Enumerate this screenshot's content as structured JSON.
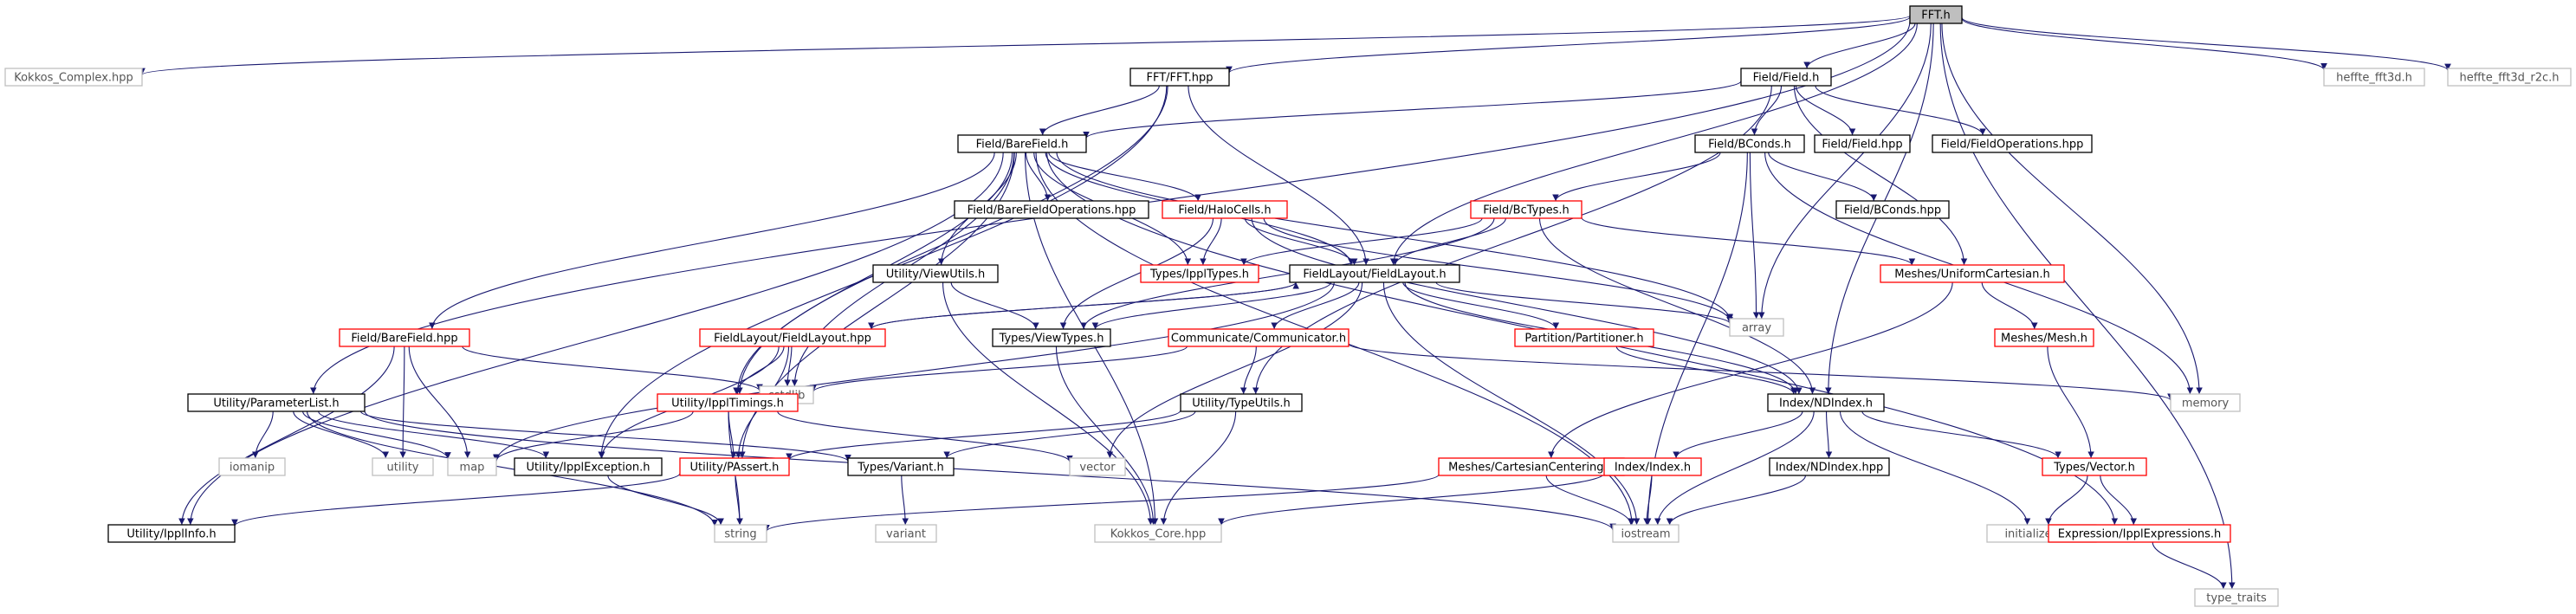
{
  "diagram": {
    "type": "include-dependency-graph",
    "root": "FFT.h",
    "colors": {
      "root_fill": "#bfbfbf",
      "documented_border": "#000000",
      "missing_border": "#ff0000",
      "external_border": "#bfbfbf",
      "external_text": "#555555",
      "edge": "#191970"
    },
    "nodes": [
      {
        "id": "fft_h",
        "label": "FFT.h",
        "kind": "root"
      },
      {
        "id": "kokkos_complex",
        "label": "Kokkos_Complex.hpp",
        "kind": "external"
      },
      {
        "id": "fft_fft_hpp",
        "label": "FFT/FFT.hpp",
        "kind": "documented"
      },
      {
        "id": "field_field_h",
        "label": "Field/Field.h",
        "kind": "documented"
      },
      {
        "id": "heffte_fft3d",
        "label": "heffte_fft3d.h",
        "kind": "external"
      },
      {
        "id": "heffte_fft3d_r2c",
        "label": "heffte_fft3d_r2c.h",
        "kind": "external"
      },
      {
        "id": "field_barefield_h",
        "label": "Field/BareField.h",
        "kind": "documented"
      },
      {
        "id": "field_bconds_h",
        "label": "Field/BConds.h",
        "kind": "documented"
      },
      {
        "id": "field_field_hpp",
        "label": "Field/Field.hpp",
        "kind": "documented"
      },
      {
        "id": "field_fieldops_hpp",
        "label": "Field/FieldOperations.hpp",
        "kind": "documented"
      },
      {
        "id": "field_bcondsh_hpp",
        "label": "Field/BConds.hpp",
        "kind": "documented"
      },
      {
        "id": "field_barefieldops_hpp",
        "label": "Field/BareFieldOperations.hpp",
        "kind": "documented"
      },
      {
        "id": "field_halocells_h",
        "label": "Field/HaloCells.h",
        "kind": "missing"
      },
      {
        "id": "field_bctypes_h",
        "label": "Field/BcTypes.h",
        "kind": "missing"
      },
      {
        "id": "utility_viewutils_h",
        "label": "Utility/ViewUtils.h",
        "kind": "documented"
      },
      {
        "id": "types_ippltypes_h",
        "label": "Types/IpplTypes.h",
        "kind": "missing"
      },
      {
        "id": "fieldlayout_h",
        "label": "FieldLayout/FieldLayout.h",
        "kind": "documented"
      },
      {
        "id": "meshes_uniformcartesian_h",
        "label": "Meshes/UniformCartesian.h",
        "kind": "missing"
      },
      {
        "id": "field_barefield_hpp",
        "label": "Field/BareField.hpp",
        "kind": "missing"
      },
      {
        "id": "fieldlayout_hpp",
        "label": "FieldLayout/FieldLayout.hpp",
        "kind": "missing"
      },
      {
        "id": "types_viewtypes_h",
        "label": "Types/ViewTypes.h",
        "kind": "documented"
      },
      {
        "id": "communicate_h",
        "label": "Communicate/Communicator.h",
        "kind": "missing"
      },
      {
        "id": "partitioner_h",
        "label": "Partition/Partitioner.h",
        "kind": "missing"
      },
      {
        "id": "array",
        "label": "array",
        "kind": "external"
      },
      {
        "id": "meshes_mesh_h",
        "label": "Meshes/Mesh.h",
        "kind": "missing"
      },
      {
        "id": "cstdlib",
        "label": "cstdlib",
        "kind": "external"
      },
      {
        "id": "utility_ippltimings_h",
        "label": "Utility/IpplTimings.h",
        "kind": "missing"
      },
      {
        "id": "memory",
        "label": "memory",
        "kind": "external"
      },
      {
        "id": "index_ndindex_h",
        "label": "Index/NDIndex.h",
        "kind": "documented"
      },
      {
        "id": "utility_parameterlist_h",
        "label": "Utility/ParameterList.h",
        "kind": "documented"
      },
      {
        "id": "utility_typeutils_h",
        "label": "Utility/TypeUtils.h",
        "kind": "documented"
      },
      {
        "id": "iomanip",
        "label": "iomanip",
        "kind": "external"
      },
      {
        "id": "utility",
        "label": "utility",
        "kind": "external"
      },
      {
        "id": "map",
        "label": "map",
        "kind": "external"
      },
      {
        "id": "utility_ipplexception_h",
        "label": "Utility/IpplException.h",
        "kind": "documented"
      },
      {
        "id": "utility_passert_h",
        "label": "Utility/PAssert.h",
        "kind": "missing"
      },
      {
        "id": "types_variant_h",
        "label": "Types/Variant.h",
        "kind": "documented"
      },
      {
        "id": "vector",
        "label": "vector",
        "kind": "external"
      },
      {
        "id": "meshes_cartesiancentering_h",
        "label": "Meshes/CartesianCentering.h",
        "kind": "missing"
      },
      {
        "id": "index_index_h",
        "label": "Index/Index.h",
        "kind": "missing"
      },
      {
        "id": "index_ndindex_hpp",
        "label": "Index/NDIndex.hpp",
        "kind": "documented"
      },
      {
        "id": "types_vector_h",
        "label": "Types/Vector.h",
        "kind": "missing"
      },
      {
        "id": "utility_ipplinfo_h",
        "label": "Utility/IpplInfo.h",
        "kind": "documented"
      },
      {
        "id": "string",
        "label": "string",
        "kind": "external"
      },
      {
        "id": "variant",
        "label": "variant",
        "kind": "external"
      },
      {
        "id": "kokkos_core",
        "label": "Kokkos_Core.hpp",
        "kind": "external"
      },
      {
        "id": "iostream",
        "label": "iostream",
        "kind": "external"
      },
      {
        "id": "initializer_list",
        "label": "initializer_list",
        "kind": "external"
      },
      {
        "id": "expression_ipplexpressions_h",
        "label": "Expression/IpplExpressions.h",
        "kind": "missing"
      },
      {
        "id": "type_traits",
        "label": "type_traits",
        "kind": "external"
      }
    ],
    "edges": [
      [
        "fft_h",
        "kokkos_complex"
      ],
      [
        "fft_h",
        "fft_fft_hpp"
      ],
      [
        "fft_h",
        "field_field_h"
      ],
      [
        "fft_h",
        "heffte_fft3d"
      ],
      [
        "fft_h",
        "heffte_fft3d_r2c"
      ],
      [
        "fft_h",
        "utility_parameterlist_h"
      ],
      [
        "fft_h",
        "fieldlayout_h"
      ],
      [
        "fft_h",
        "memory"
      ],
      [
        "fft_h",
        "array"
      ],
      [
        "fft_h",
        "index_ndindex_h"
      ],
      [
        "fft_h",
        "type_traits"
      ],
      [
        "fft_fft_hpp",
        "field_barefield_h"
      ],
      [
        "fft_fft_hpp",
        "fieldlayout_h"
      ],
      [
        "fft_fft_hpp",
        "utility_ipplexception_h"
      ],
      [
        "fft_fft_hpp",
        "utility_ippltimings_h"
      ],
      [
        "field_field_h",
        "field_barefield_h"
      ],
      [
        "field_field_h",
        "field_bconds_h"
      ],
      [
        "field_field_h",
        "field_field_hpp"
      ],
      [
        "field_field_h",
        "field_fieldops_hpp"
      ],
      [
        "field_field_h",
        "meshes_uniformcartesian_h"
      ],
      [
        "field_field_h",
        "utility_typeutils_h"
      ],
      [
        "field_barefield_h",
        "field_barefieldops_hpp"
      ],
      [
        "field_barefield_h",
        "field_halocells_h"
      ],
      [
        "field_barefield_h",
        "utility_viewutils_h"
      ],
      [
        "field_barefield_h",
        "types_ippltypes_h"
      ],
      [
        "field_barefield_h",
        "fieldlayout_h"
      ],
      [
        "field_barefield_h",
        "field_barefield_hpp"
      ],
      [
        "field_barefield_h",
        "cstdlib"
      ],
      [
        "field_barefield_h",
        "utility_ippltimings_h"
      ],
      [
        "field_barefield_h",
        "utility_passert_h"
      ],
      [
        "field_barefield_h",
        "utility_ipplinfo_h"
      ],
      [
        "field_barefield_h",
        "kokkos_core"
      ],
      [
        "field_barefield_h",
        "array"
      ],
      [
        "field_barefield_h",
        "iostream"
      ],
      [
        "field_barefield_h",
        "expression_ipplexpressions_h"
      ],
      [
        "field_bconds_h",
        "field_bcondsh_hpp"
      ],
      [
        "field_bconds_h",
        "field_bctypes_h"
      ],
      [
        "field_bconds_h",
        "array"
      ],
      [
        "field_bconds_h",
        "memory"
      ],
      [
        "field_bconds_h",
        "iostream"
      ],
      [
        "field_halocells_h",
        "types_ippltypes_h"
      ],
      [
        "field_halocells_h",
        "types_viewtypes_h"
      ],
      [
        "field_halocells_h",
        "fieldlayout_h"
      ],
      [
        "field_halocells_h",
        "index_ndindex_h"
      ],
      [
        "field_halocells_h",
        "array"
      ],
      [
        "field_bctypes_h",
        "types_ippltypes_h"
      ],
      [
        "field_bctypes_h",
        "fieldlayout_h"
      ],
      [
        "field_bctypes_h",
        "meshes_uniformcartesian_h"
      ],
      [
        "field_bctypes_h",
        "types_viewtypes_h"
      ],
      [
        "field_bctypes_h",
        "index_ndindex_h"
      ],
      [
        "utility_viewutils_h",
        "types_viewtypes_h"
      ],
      [
        "utility_viewutils_h",
        "kokkos_core"
      ],
      [
        "fieldlayout_h",
        "fieldlayout_hpp"
      ],
      [
        "fieldlayout_h",
        "types_viewtypes_h"
      ],
      [
        "fieldlayout_h",
        "communicate_h"
      ],
      [
        "fieldlayout_h",
        "partitioner_h"
      ],
      [
        "fieldlayout_h",
        "array"
      ],
      [
        "fieldlayout_h",
        "index_ndindex_h"
      ],
      [
        "fieldlayout_h",
        "map"
      ],
      [
        "fieldlayout_h",
        "vector"
      ],
      [
        "fieldlayout_h",
        "iostream"
      ],
      [
        "fieldlayout_hpp",
        "fieldlayout_h"
      ],
      [
        "fieldlayout_hpp",
        "cstdlib"
      ],
      [
        "fieldlayout_hpp",
        "utility_ippltimings_h"
      ],
      [
        "fieldlayout_hpp",
        "utility_passert_h"
      ],
      [
        "fieldlayout_hpp",
        "utility_ipplexception_h"
      ],
      [
        "meshes_uniformcartesian_h",
        "meshes_mesh_h"
      ],
      [
        "meshes_uniformcartesian_h",
        "meshes_cartesiancentering_h"
      ],
      [
        "meshes_mesh_h",
        "types_vector_h"
      ],
      [
        "field_barefield_hpp",
        "cstdlib"
      ],
      [
        "field_barefield_hpp",
        "utility"
      ],
      [
        "field_barefield_hpp",
        "map"
      ],
      [
        "field_barefield_hpp",
        "utility_ipplinfo_h"
      ],
      [
        "types_viewtypes_h",
        "kokkos_core"
      ],
      [
        "communicate_h",
        "utility_typeutils_h"
      ],
      [
        "communicate_h",
        "cstdlib"
      ],
      [
        "communicate_h",
        "memory"
      ],
      [
        "partitioner_h",
        "index_ndindex_h"
      ],
      [
        "utility_ippltimings_h",
        "map"
      ],
      [
        "utility_ippltimings_h",
        "utility_passert_h"
      ],
      [
        "utility_ippltimings_h",
        "string"
      ],
      [
        "utility_ippltimings_h",
        "vector"
      ],
      [
        "utility_parameterlist_h",
        "iomanip"
      ],
      [
        "utility_parameterlist_h",
        "utility"
      ],
      [
        "utility_parameterlist_h",
        "map"
      ],
      [
        "utility_parameterlist_h",
        "utility_ipplexception_h"
      ],
      [
        "utility_parameterlist_h",
        "types_variant_h"
      ],
      [
        "utility_parameterlist_h",
        "string"
      ],
      [
        "utility_parameterlist_h",
        "iostream"
      ],
      [
        "utility_typeutils_h",
        "types_variant_h"
      ],
      [
        "utility_typeutils_h",
        "utility_passert_h"
      ],
      [
        "utility_typeutils_h",
        "kokkos_core"
      ],
      [
        "utility_ipplexception_h",
        "string"
      ],
      [
        "utility_passert_h",
        "string"
      ],
      [
        "utility_passert_h",
        "utility_ipplinfo_h"
      ],
      [
        "types_variant_h",
        "variant"
      ],
      [
        "index_ndindex_h",
        "index_index_h"
      ],
      [
        "index_ndindex_h",
        "index_ndindex_hpp"
      ],
      [
        "index_ndindex_h",
        "types_vector_h"
      ],
      [
        "index_ndindex_h",
        "initializer_list"
      ],
      [
        "index_ndindex_h",
        "iostream"
      ],
      [
        "meshes_cartesiancentering_h",
        "iostream"
      ],
      [
        "meshes_cartesiancentering_h",
        "string"
      ],
      [
        "index_index_h",
        "iostream"
      ],
      [
        "index_index_h",
        "kokkos_core"
      ],
      [
        "index_ndindex_hpp",
        "iostream"
      ],
      [
        "types_vector_h",
        "initializer_list"
      ],
      [
        "types_vector_h",
        "expression_ipplexpressions_h"
      ],
      [
        "expression_ipplexpressions_h",
        "type_traits"
      ]
    ]
  }
}
